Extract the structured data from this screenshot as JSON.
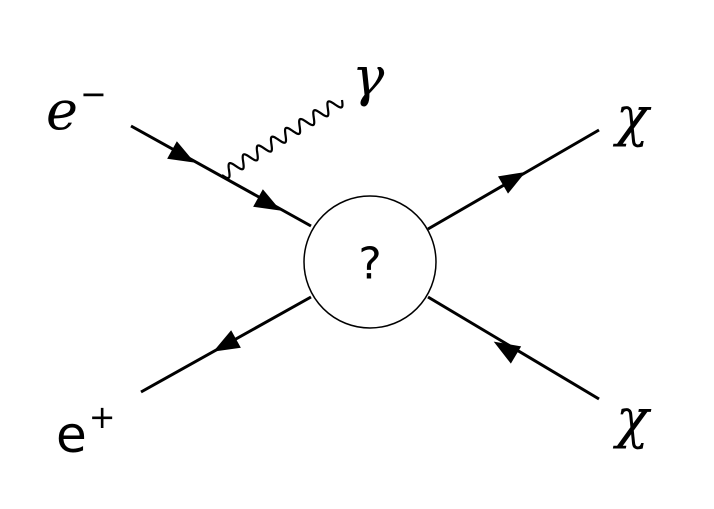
{
  "incoming_electron": {
    "symbol": "e",
    "charge": "−"
  },
  "incoming_positron": {
    "symbol": "e",
    "charge": "+"
  },
  "photon": {
    "symbol": "γ"
  },
  "outgoing_upper": {
    "symbol": "χ"
  },
  "outgoing_lower": {
    "symbol": "χ"
  },
  "vertex": {
    "label": "?"
  },
  "colors": {
    "line": "#000000",
    "background": "#ffffff"
  }
}
